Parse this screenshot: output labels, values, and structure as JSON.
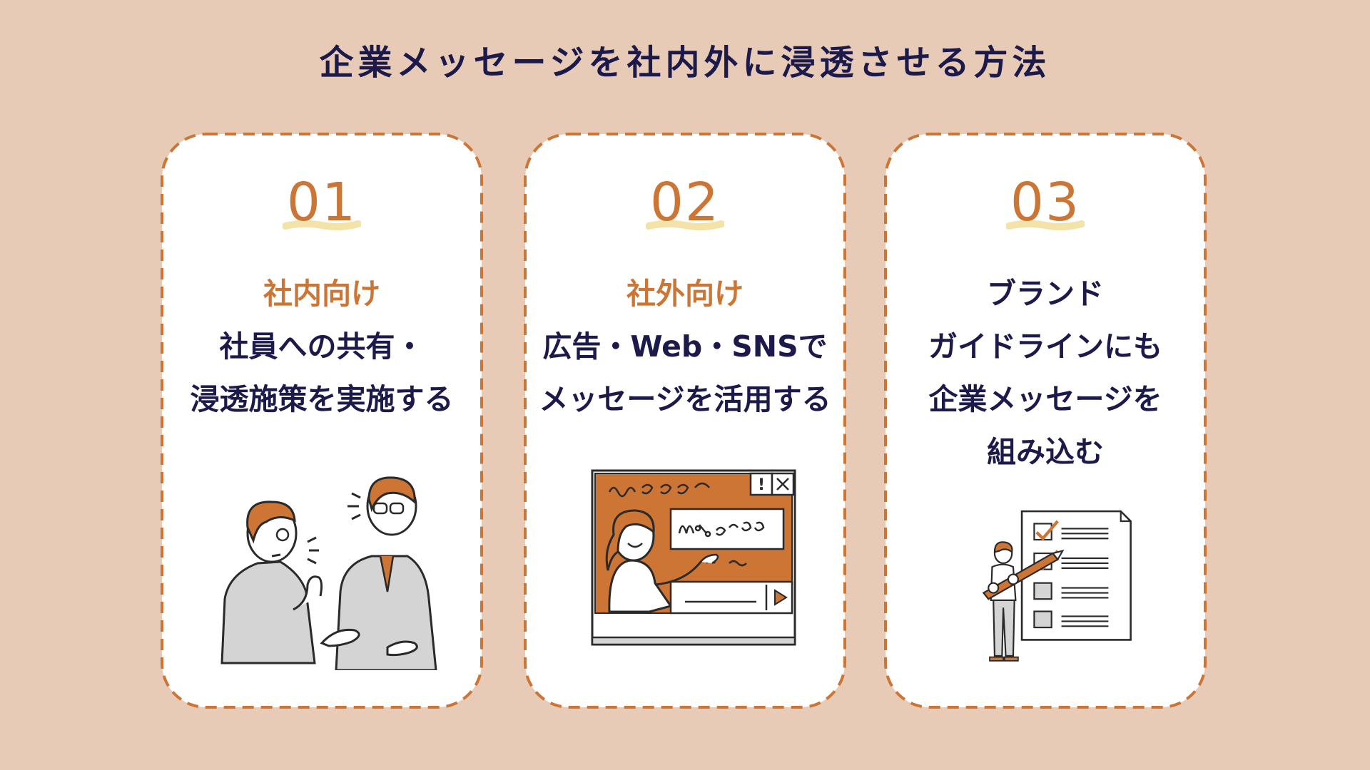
{
  "colors": {
    "background": "#e8cbb6",
    "card": "#ffffff",
    "accent": "#cc7535",
    "navy": "#1c1a4a",
    "highlight": "#f3e3a8",
    "grey": "#d4d4d4",
    "ink": "#2a2a2a"
  },
  "title": "企業メッセージを社内外に浸透させる方法",
  "cards": [
    {
      "number": "01",
      "heading": "社内向け",
      "lines": [
        "社員への共有・",
        "浸透施策を実施する"
      ],
      "illustration": "two-businessmen-conversation-icon"
    },
    {
      "number": "02",
      "heading": "社外向け",
      "lines": [
        "広告・Web・SNSで",
        "メッセージを活用する"
      ],
      "illustration": "web-presentation-icon"
    },
    {
      "number": "03",
      "heading": "",
      "lines": [
        "ブランド",
        "ガイドラインにも",
        "企業メッセージを",
        "組み込む"
      ],
      "illustration": "checklist-with-pencil-icon"
    }
  ]
}
